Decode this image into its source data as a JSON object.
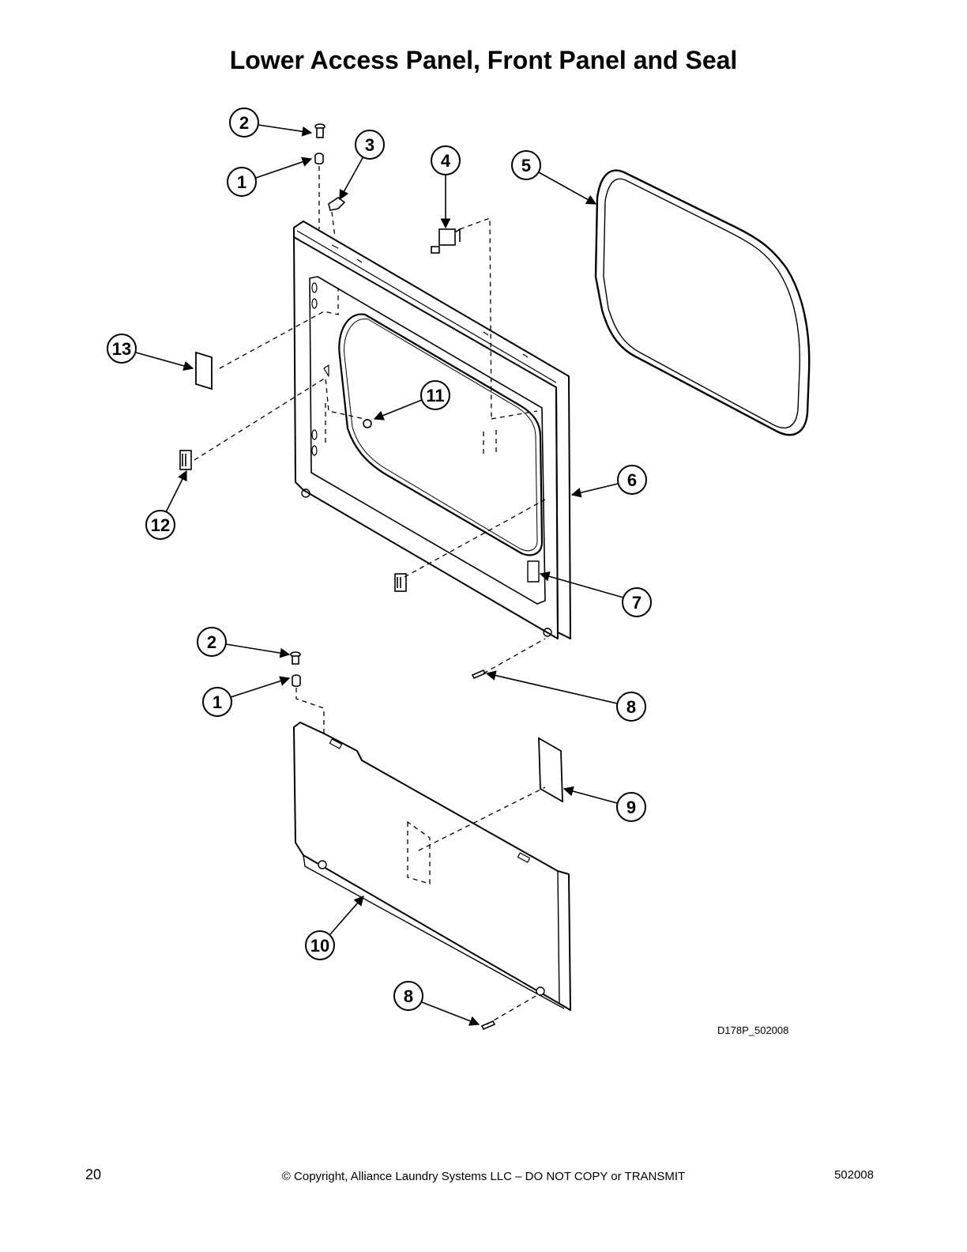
{
  "title": "Lower Access Panel, Front Panel and Seal",
  "figure_id": "D178P_502008",
  "callouts": [
    "2",
    "1",
    "3",
    "4",
    "5",
    "13",
    "11",
    "12",
    "6",
    "7",
    "2",
    "1",
    "8",
    "9",
    "10",
    "8"
  ],
  "footer": {
    "page_number": "20",
    "copyright": "© Copyright, Alliance Laundry Systems LLC – DO NOT COPY or TRANSMIT",
    "document_number": "502008"
  }
}
